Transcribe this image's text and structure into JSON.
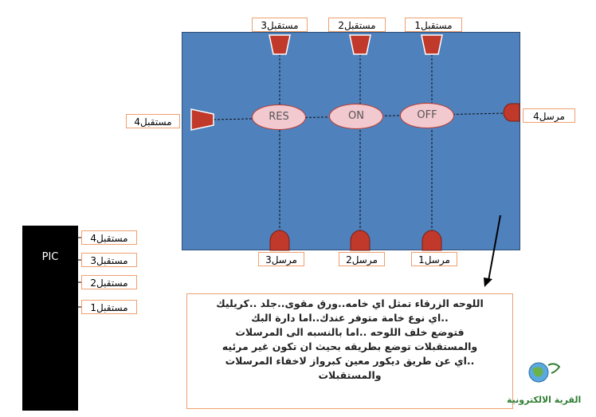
{
  "panel": {
    "receivers_top": [
      "مستقبل3",
      "مستقبل2",
      "مستقبل1"
    ],
    "receiver_left": "مستقبل4",
    "transmitter_right": "مرسل4",
    "transmitters_bottom": [
      "مرسل3",
      "مرسل2",
      "مرسل1"
    ],
    "buttons": [
      "RES",
      "ON",
      "OFF"
    ]
  },
  "pic": {
    "label": "PIC",
    "pins": [
      "مستقبل4",
      "مستقبل3",
      "مستقبل2",
      "مستقبل1"
    ]
  },
  "note": {
    "lines": [
      "اللوحه الزرقاء تمثل اي خامه..ورق مقوى..جلد ..كريليك",
      "..اي نوع خامة متوفر عندك..اما دارة البك",
      "فتوضع خلف اللوحه ..اما بالنسبه الى المرسلات",
      "والمستقبلات توضع بطريقه بحيث ان تكون غير مرئيه",
      "..اي عن طريق ديكور معين كبرواز لاخفاء المرسلات",
      "والمستقبلات"
    ]
  },
  "logo": {
    "text": "القرية الالكترونية"
  },
  "colors": {
    "panel": "#4f81bd",
    "component": "#c0392b",
    "label_border": "#f0a070"
  }
}
